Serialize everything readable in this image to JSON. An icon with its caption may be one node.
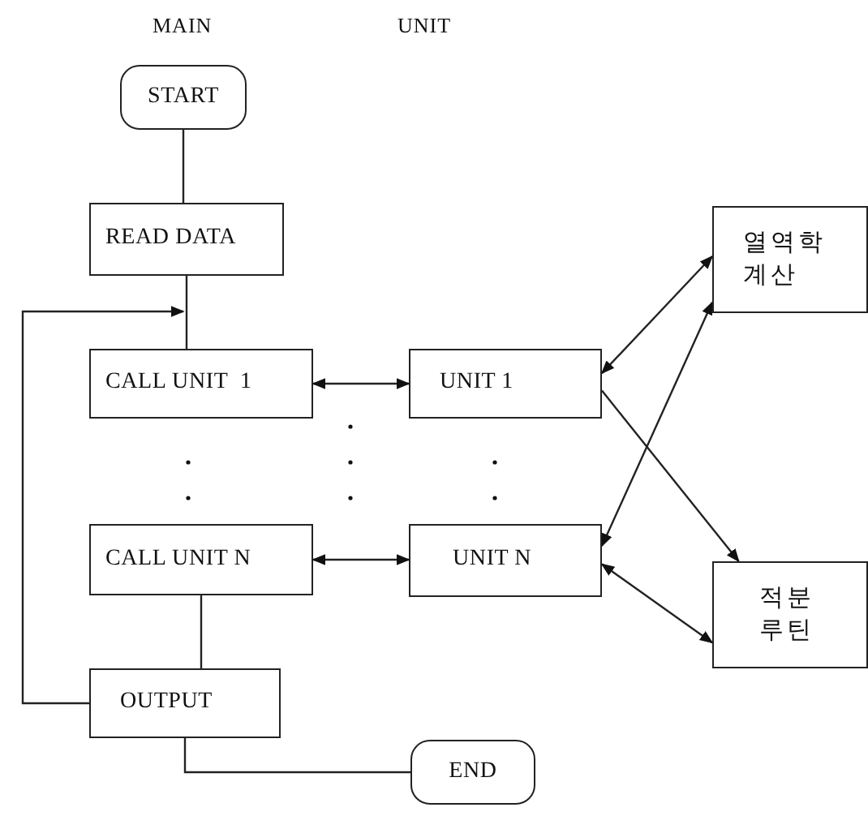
{
  "diagram": {
    "nodes": [
      {
        "text": [
          "START"
        ]
      },
      {
        "text": [
          "READ DATA"
        ]
      },
      {
        "text": [
          "CALL UNIT  1"
        ]
      },
      {
        "text": [
          "CALL UNIT N"
        ]
      },
      {
        "text": [
          "OUTPUT"
        ]
      },
      {
        "text": [
          "END"
        ]
      },
      {
        "text": [
          "UNIT 1"
        ]
      },
      {
        "text": [
          "UNIT N"
        ]
      },
      {
        "text": [
          "열역학 계산"
        ]
      },
      {
        "text": [
          "적분 루틴"
        ]
      }
    ],
    "edges": [
      {
        "from": 0,
        "to": 1,
        "arrow": "none"
      },
      {
        "from": 1,
        "to": 2,
        "arrow": "none"
      },
      {
        "from": 4,
        "to": 2,
        "arrow": "to"
      },
      {
        "from": 2,
        "to": 6,
        "arrow": "both"
      },
      {
        "from": 3,
        "to": 7,
        "arrow": "both"
      },
      {
        "from": 6,
        "to": 8,
        "arrow": "both"
      },
      {
        "from": 7,
        "to": 8,
        "arrow": "both"
      },
      {
        "from": 6,
        "to": 9,
        "arrow": "to"
      },
      {
        "from": 7,
        "to": 9,
        "arrow": "both"
      },
      {
        "from": 3,
        "to": 4,
        "arrow": "none"
      },
      {
        "from": 4,
        "to": 5,
        "arrow": "none"
      }
    ],
    "labels": [
      "MAIN",
      "UNIT"
    ]
  }
}
